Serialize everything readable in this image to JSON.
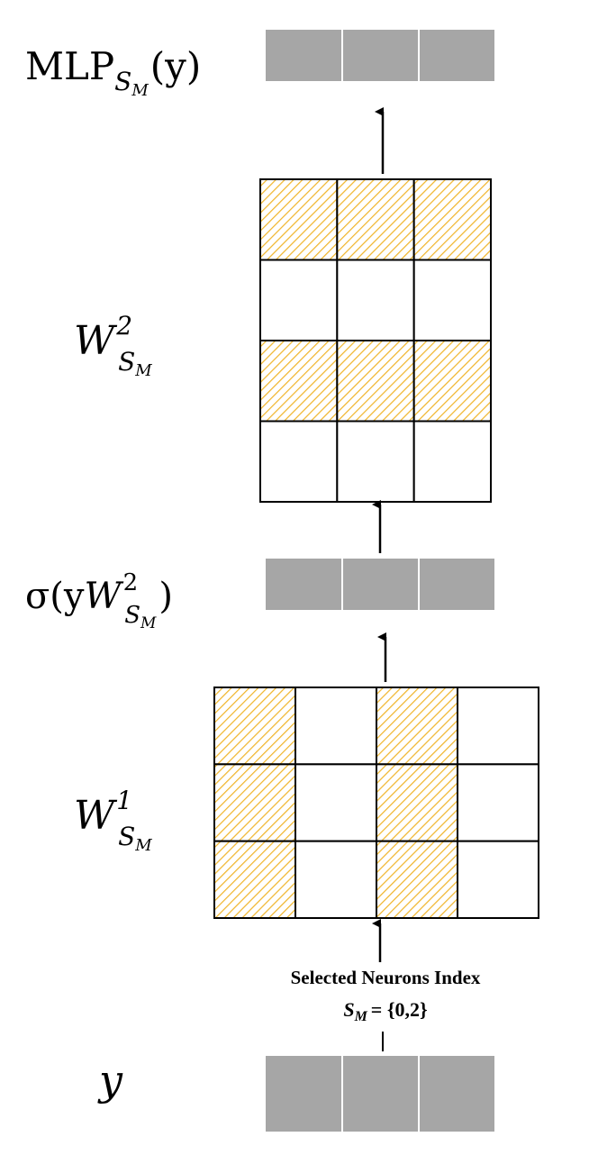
{
  "labels": {
    "mlp_output": {
      "main": "MLP",
      "sub": "S",
      "subsub": "M",
      "arg": "(y)"
    },
    "w2": {
      "main": "W",
      "sup": "2",
      "sub": "S",
      "subsub": "M"
    },
    "activation": {
      "prefix": "σ(y",
      "main": "W",
      "sup": "2",
      "sub": "S",
      "subsub": "M",
      "suffix": ")"
    },
    "w1": {
      "main": "W",
      "sup": "1",
      "sub": "S",
      "subsub": "M"
    },
    "input": "y"
  },
  "selection": {
    "title": "Selected Neurons Index",
    "set_var": "S",
    "set_sub": "M",
    "set_value": "= {0,2}"
  },
  "matrices": {
    "w2": {
      "rows": 4,
      "cols": 3,
      "highlighted_rows": [
        0,
        2
      ]
    },
    "w1": {
      "rows": 3,
      "cols": 4,
      "highlighted_cols": [
        0,
        2
      ]
    }
  },
  "vectors": {
    "output_cells": 3,
    "activation_cells": 3,
    "input_cells": 3
  },
  "colors": {
    "vector_cell": "#a6a6a6",
    "highlight_stripe": "#f0b429",
    "grid_line": "#000000"
  }
}
